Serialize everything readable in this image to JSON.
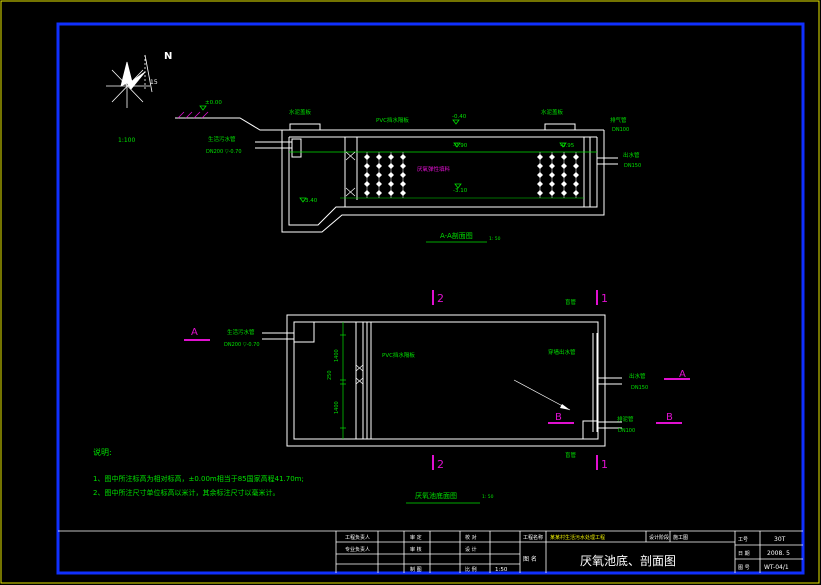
{
  "north": {
    "label": "N",
    "angle": "15"
  },
  "section_aa": {
    "scale": "1:100",
    "ground_level": "±0.00",
    "inlet_label": "生活污水管",
    "inlet_spec": "DN200 ▽-0.70",
    "manhole_left": "水泥盖板",
    "manhole_right": "水泥盖板",
    "pvc_label": "PVC挡水隔板",
    "top_level": "-0.40",
    "level_water": "-0.90",
    "level_right": "-0.95",
    "level_bottom_left": "-3.40",
    "level_bottom_mid": "-3.10",
    "filler_label": "厌氧弹性填料",
    "vent_label": "排气管",
    "vent_spec": "DN100",
    "outlet_label": "出水管",
    "outlet_spec": "DN150",
    "title": "A-A剖面图",
    "title_scale": "1: 50"
  },
  "plan": {
    "section_2": "2",
    "section_1": "1",
    "mark_a": "A",
    "mark_b": "B",
    "inlet_label": "生活污水管",
    "inlet_spec": "DN200 ▽-0.70",
    "pvc_label": "PVC挡水隔板",
    "dim_1": "1400",
    "dim_2": "250",
    "dim_3": "1400",
    "pipe_top": "盲管",
    "pipe_vertical": "穿墙出水管",
    "pipe_bottom": "盲管",
    "outlet_label": "出水管",
    "outlet_spec": "DN150",
    "vent_label": "排泥管",
    "vent_spec": "DN100",
    "title": "厌氧池底面图",
    "title_scale": "1: 50"
  },
  "notes": {
    "heading": "说明:",
    "line1": "1、图中所注标高为相对标高，±0.00m相当于85国家高程41.70m;",
    "line2": "2、图中所注尺寸单位标高以米计，其余标注尺寸以毫米计。"
  },
  "title_block": {
    "c1": "工程负责人",
    "c2": "专业负责人",
    "c3": "审 定",
    "c4": "审 核",
    "c5": "校 对",
    "c6": "设 计",
    "c7": "制 图",
    "c8": "比 例",
    "scale_value": "1:50",
    "project_label": "工程名称",
    "project_value": "某某村生活污水处理工程",
    "drawing_label": "图 名",
    "drawing_title": "厌氧池底、剖面图",
    "phase_label": "设计阶段",
    "phase_value": "施工图",
    "job_label": "工号",
    "job_value": "30T",
    "date_label": "日 期",
    "date_value": "2008. 5",
    "sheet_label": "图 号",
    "sheet_value": "WT-04/1"
  }
}
